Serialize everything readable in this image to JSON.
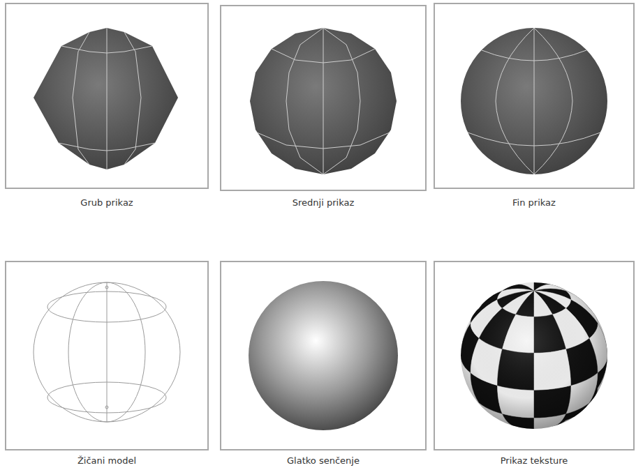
{
  "diagram": {
    "labels": [
      "Grub prikaz",
      "Srednji prikaz",
      "Fin prikaz",
      "Žičani model",
      "Glatko senčenje",
      "Prikaz teksture"
    ]
  }
}
